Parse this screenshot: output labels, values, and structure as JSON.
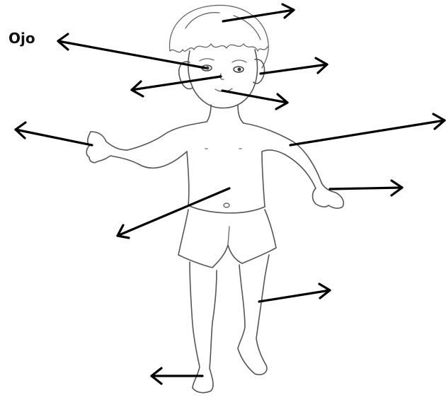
{
  "labels": {
    "eye": "Ojo"
  },
  "colors": {
    "arrow": "#000000",
    "outline": "#555555",
    "background": "#ffffff"
  },
  "arrows": [
    {
      "name": "arrow-hair",
      "labeled": false
    },
    {
      "name": "arrow-eye",
      "labeled": true
    },
    {
      "name": "arrow-ear",
      "labeled": false
    },
    {
      "name": "arrow-nose",
      "labeled": false
    },
    {
      "name": "arrow-mouth",
      "labeled": false
    },
    {
      "name": "arrow-hand-left",
      "labeled": false
    },
    {
      "name": "arrow-arm",
      "labeled": false
    },
    {
      "name": "arrow-hand-right",
      "labeled": false
    },
    {
      "name": "arrow-belly",
      "labeled": false
    },
    {
      "name": "arrow-leg",
      "labeled": false
    },
    {
      "name": "arrow-foot",
      "labeled": false
    }
  ]
}
